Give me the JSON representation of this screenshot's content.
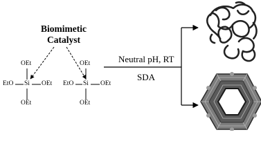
{
  "catalyst": {
    "line1": "Biomimetic",
    "line2": "Catalyst"
  },
  "teos_left": {
    "top": "OEt",
    "middle_left": "EtO",
    "center": "Si",
    "middle_right": "OEt",
    "bottom": "OEt"
  },
  "teos_right": {
    "top": "OEt",
    "middle_left": "EtO",
    "center": "Si",
    "middle_right": "OEt",
    "bottom": "OEt"
  },
  "conditions": {
    "above_arrow": "Neutral pH, RT",
    "below_arrow": "SDA"
  },
  "products": [
    "porous-amorphous-silica-network",
    "hexagonal-framework-structure"
  ]
}
